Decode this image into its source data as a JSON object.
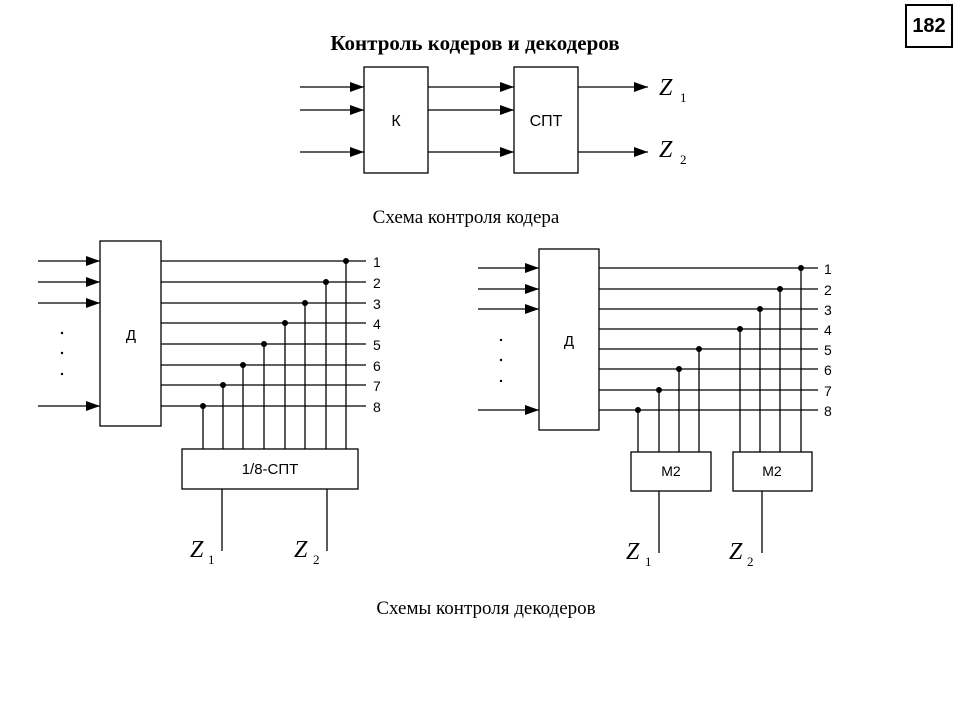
{
  "page_number": "182",
  "title": "Контроль кодеров и декодеров",
  "encoder": {
    "caption": "Схема контроля кодера",
    "block_k": "К",
    "block_spt": "СПТ",
    "out1": {
      "letter": "Z",
      "index": "1"
    },
    "out2": {
      "letter": "Z",
      "index": "2"
    }
  },
  "decoders": {
    "caption": "Схемы контроля декодеров",
    "left": {
      "block_d": "Д",
      "block_spt": "1/8-СПТ",
      "output_numbers": [
        "1",
        "2",
        "3",
        "4",
        "5",
        "6",
        "7",
        "8"
      ],
      "out1": {
        "letter": "Z",
        "index": "1"
      },
      "out2": {
        "letter": "Z",
        "index": "2"
      }
    },
    "right": {
      "block_d": "Д",
      "block_m2_a": "М2",
      "block_m2_b": "М2",
      "output_numbers": [
        "1",
        "2",
        "3",
        "4",
        "5",
        "6",
        "7",
        "8"
      ],
      "out1": {
        "letter": "Z",
        "index": "1"
      },
      "out2": {
        "letter": "Z",
        "index": "2"
      }
    }
  }
}
